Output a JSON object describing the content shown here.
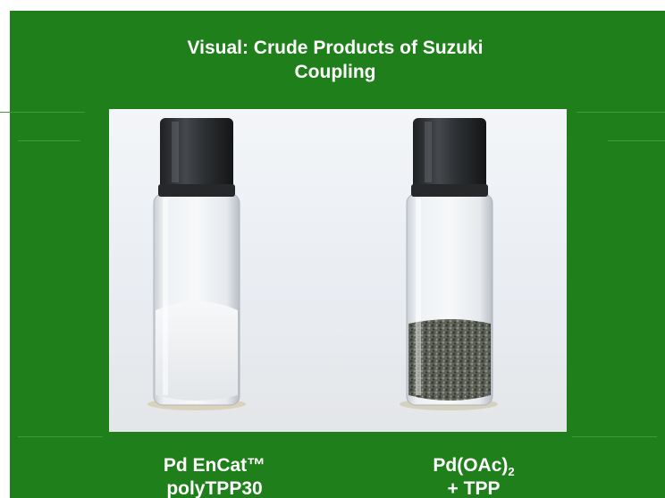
{
  "slide": {
    "title_line1": "Visual: Crude Products of Suzuki",
    "title_line2": "Coupling",
    "caption_left": {
      "line1": "Pd EnCat™",
      "line2": "polyTPP30"
    },
    "caption_right": {
      "line1_main": "Pd(OAc)",
      "line1_sub": "2",
      "line2": "+ TPP"
    }
  },
  "colors": {
    "background": "#1f7f1a",
    "text": "#ffffff",
    "cap": "#2e3033"
  },
  "photo": {
    "left_vial_contents": "white powder",
    "right_vial_contents": "dark grey solid"
  }
}
